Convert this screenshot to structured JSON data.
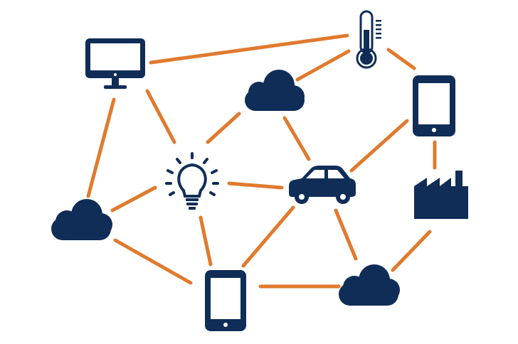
{
  "diagram": {
    "nodes": [
      {
        "id": "monitor",
        "icon": "monitor-icon"
      },
      {
        "id": "thermometer",
        "icon": "thermometer-icon"
      },
      {
        "id": "cloud-top",
        "icon": "cloud-icon"
      },
      {
        "id": "tablet-right",
        "icon": "tablet-icon"
      },
      {
        "id": "lightbulb",
        "icon": "lightbulb-icon"
      },
      {
        "id": "car",
        "icon": "car-icon"
      },
      {
        "id": "factory",
        "icon": "factory-icon"
      },
      {
        "id": "cloud-left",
        "icon": "cloud-icon"
      },
      {
        "id": "tablet-bottom",
        "icon": "tablet-icon"
      },
      {
        "id": "cloud-bottom-right",
        "icon": "cloud-icon"
      }
    ],
    "edges": [
      [
        "monitor",
        "thermometer"
      ],
      [
        "monitor",
        "lightbulb"
      ],
      [
        "monitor",
        "cloud-left"
      ],
      [
        "thermometer",
        "cloud-top"
      ],
      [
        "thermometer",
        "tablet-right"
      ],
      [
        "cloud-top",
        "lightbulb"
      ],
      [
        "cloud-top",
        "car"
      ],
      [
        "tablet-right",
        "car"
      ],
      [
        "tablet-right",
        "factory"
      ],
      [
        "lightbulb",
        "car"
      ],
      [
        "lightbulb",
        "cloud-left"
      ],
      [
        "lightbulb",
        "tablet-bottom"
      ],
      [
        "car",
        "tablet-bottom"
      ],
      [
        "car",
        "cloud-bottom-right"
      ],
      [
        "cloud-left",
        "tablet-bottom"
      ],
      [
        "tablet-bottom",
        "cloud-bottom-right"
      ],
      [
        "factory",
        "cloud-bottom-right"
      ]
    ],
    "colors": {
      "edge": "#e07a2e",
      "icon": "#0f2d57"
    }
  }
}
